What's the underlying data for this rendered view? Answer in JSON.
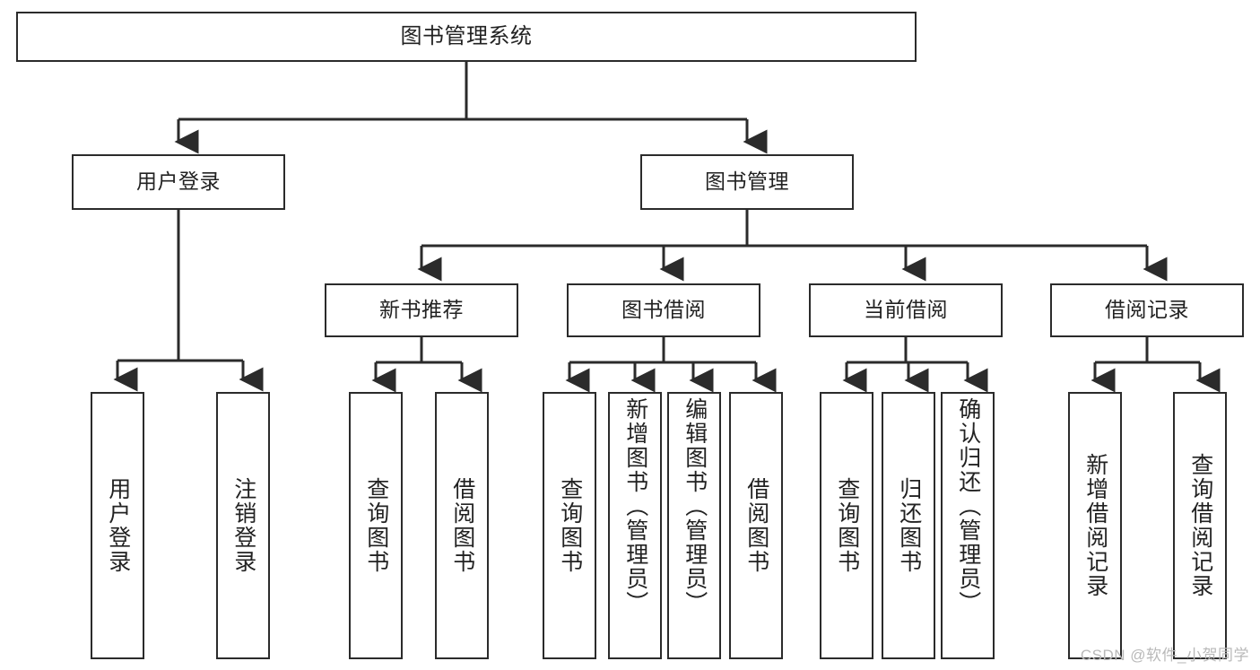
{
  "diagram": {
    "title": "图书管理系统",
    "type": "tree",
    "watermark": "CSDN @软件_小贺同学",
    "colors": {
      "node_border": "#2b2b2b",
      "node_fill": "#ffffff",
      "edge": "#2b2b2b",
      "text": "#222222",
      "watermark": "#b9b9b9",
      "background": "#ffffff"
    },
    "nodes": {
      "root": {
        "label": "图书管理系统"
      },
      "level2": [
        {
          "label": "用户登录"
        },
        {
          "label": "图书管理"
        }
      ],
      "level3": [
        {
          "label": "新书推荐"
        },
        {
          "label": "图书借阅"
        },
        {
          "label": "当前借阅"
        },
        {
          "label": "借阅记录"
        }
      ],
      "leaves": {
        "user_login": [
          {
            "label": "用户登录"
          },
          {
            "label": "注销登录"
          }
        ],
        "new_book_rec": [
          {
            "label": "查询图书"
          },
          {
            "label": "借阅图书"
          }
        ],
        "book_borrow": [
          {
            "label": "查询图书"
          },
          {
            "label": "新增图书（管理员）"
          },
          {
            "label": "编辑图书（管理员）"
          },
          {
            "label": "借阅图书"
          }
        ],
        "current_borrow": [
          {
            "label": "查询图书"
          },
          {
            "label": "归还图书"
          },
          {
            "label": "确认归还（管理员）"
          }
        ],
        "borrow_record": [
          {
            "label": "新增借阅记录"
          },
          {
            "label": "查询借阅记录"
          }
        ]
      }
    }
  }
}
